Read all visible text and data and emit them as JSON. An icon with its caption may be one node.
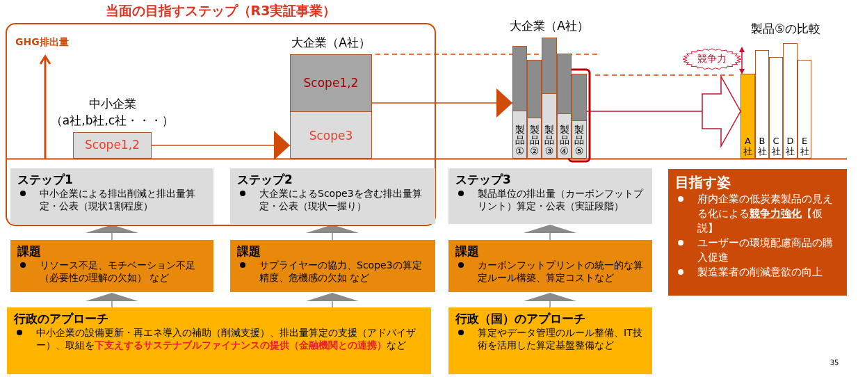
{
  "diagram": {
    "nodes": [
      {
        "text": [
          "当面の目指すステップ（R3実証事業）"
        ]
      },
      {
        "text": [
          "Scope1,2"
        ],
        "beside": [
          "中小企業",
          "（a社,b社,c社・・・）"
        ],
        "in": 0
      },
      {
        "text": [
          "Scope1,2",
          "Scope3"
        ],
        "beside": [
          "大企業（A社）"
        ],
        "in": 0
      },
      {
        "text": [
          "ステップ1",
          "中小企業による排出削減と排出量算定・公表（現状1割程度）"
        ],
        "in": 0
      },
      {
        "text": [
          "ステップ2",
          "大企業によるScope3を含む排出量算定・公表（現状一握り）"
        ],
        "in": 0
      },
      {
        "text": [
          "課題",
          "リソース不足、モチベーション不足（必要性の理解の欠如） など"
        ]
      },
      {
        "text": [
          "課題",
          "サプライヤーの協力、Scope3の算定精度、危機感の欠如 など"
        ]
      },
      {
        "text": [
          "行政のアプローチ",
          "中小企業の設備更新・再エネ導入の補助（削減支援）、排出量算定の支援（アドバイザー）、取組を**下支えするサステナブルファイナンスの提供（金融機関との連携）**など"
        ]
      },
      {
        "text": [
          "製品①"
        ]
      },
      {
        "text": [
          "製品②"
        ]
      },
      {
        "text": [
          "製品③"
        ]
      },
      {
        "text": [
          "製品④"
        ]
      },
      {
        "text": [
          "製品⑤"
        ]
      },
      {
        "text": [
          "競争力"
        ]
      },
      {
        "text": [
          "A社"
        ]
      },
      {
        "text": [
          "B社"
        ]
      },
      {
        "text": [
          "C社"
        ]
      },
      {
        "text": [
          "D社"
        ]
      },
      {
        "text": [
          "E社"
        ]
      },
      {
        "text": [
          "ステップ3",
          "製品単位の排出量（カーボンフットプリント）算定・公表（実証段階）"
        ]
      },
      {
        "text": [
          "課題",
          "カーボンフットプリントの統一的な算定ルール構築、算定コストなど"
        ]
      },
      {
        "text": [
          "行政（国）のアプローチ",
          "算定やデータ管理のルール整備、IT技術を活用した算定基盤整備など"
        ]
      },
      {
        "text": [
          "目指す姿",
          "府内企業の低炭素製品の見える化による**競争力強化**【仮説】",
          "ユーザーの環境配慮商品の購入促進",
          "製造業者の削減意欲の向上"
        ]
      }
    ],
    "edges": [
      {
        "from": 1,
        "to": 2,
        "arrow": "to",
        "color": "#d24a07"
      },
      {
        "from": 2,
        "to": 8,
        "arrow": "to",
        "color": "#d24a07"
      },
      {
        "from": 12,
        "to": 14,
        "arrow": "to",
        "color": "#c8102e"
      },
      {
        "from": 5,
        "to": 3,
        "arrow": "to"
      },
      {
        "from": 6,
        "to": 4,
        "arrow": "to"
      },
      {
        "from": 7,
        "to": 5,
        "arrow": "to"
      },
      {
        "from": 7,
        "to": 6,
        "arrow": "to"
      },
      {
        "from": 20,
        "to": 19,
        "arrow": "to"
      },
      {
        "from": 21,
        "to": 20,
        "arrow": "to"
      }
    ],
    "labels": [
      "GHG排出量",
      "大企業（A社）",
      "製品⑤の比較",
      "35"
    ]
  }
}
